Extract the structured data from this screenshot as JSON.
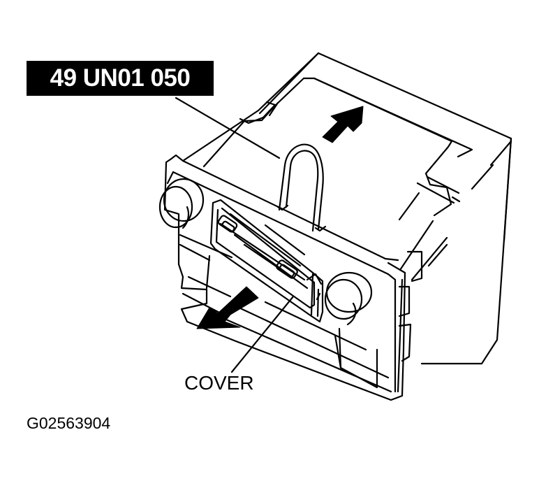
{
  "diagram": {
    "type": "service-procedure-illustration",
    "subject": "Audio/climate control unit removal with special tool",
    "labels": {
      "tool_number": "49 UN01 050",
      "cover": "COVER",
      "figure_id": "G02563904"
    },
    "arrows": [
      {
        "name": "pull-direction-arrow-up",
        "direction": "up-right"
      },
      {
        "name": "pull-direction-arrow-down",
        "direction": "down-left"
      }
    ],
    "colors": {
      "line": "#000000",
      "background": "#ffffff",
      "label_box": "#000000",
      "label_text": "#ffffff"
    }
  }
}
